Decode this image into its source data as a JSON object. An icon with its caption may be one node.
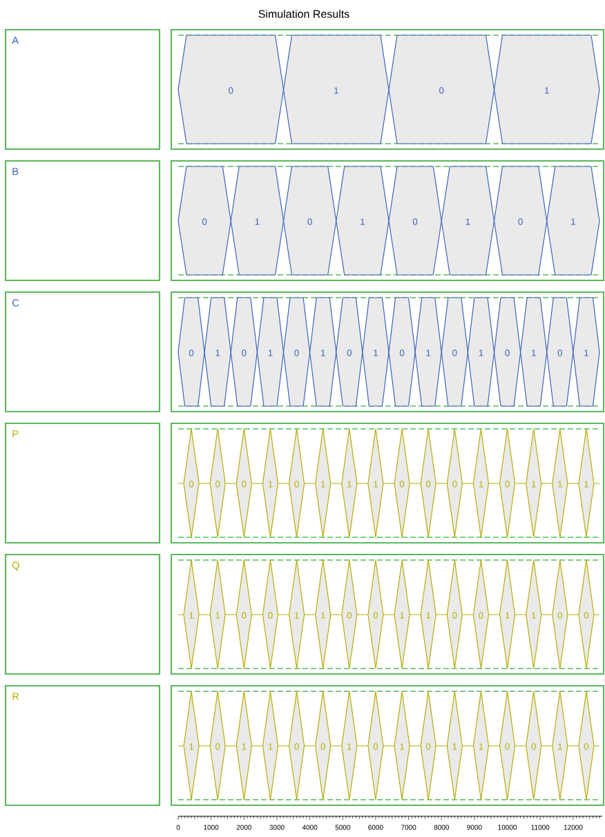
{
  "diagram": {
    "title": "Simulation Results",
    "nodes": [
      {
        "text": [
          "A"
        ]
      },
      {
        "text": [],
        "shape": "box"
      },
      {
        "text": [
          "0"
        ],
        "in": 1
      },
      {
        "text": [
          "1"
        ],
        "in": 1
      },
      {
        "text": [
          "0"
        ],
        "in": 1
      },
      {
        "text": [
          "1"
        ],
        "in": 1
      },
      {
        "text": [
          "B"
        ]
      },
      {
        "text": [],
        "shape": "box"
      },
      {
        "text": [
          "0"
        ],
        "in": 7
      },
      {
        "text": [
          "1"
        ],
        "in": 7
      },
      {
        "text": [
          "0"
        ],
        "in": 7
      },
      {
        "text": [
          "1"
        ],
        "in": 7
      },
      {
        "text": [
          "0"
        ],
        "in": 7
      },
      {
        "text": [
          "1"
        ],
        "in": 7
      },
      {
        "text": [
          "0"
        ],
        "in": 7
      },
      {
        "text": [
          "1"
        ],
        "in": 7
      },
      {
        "text": [
          "C"
        ]
      },
      {
        "text": [],
        "shape": "box"
      },
      {
        "text": [
          "0"
        ],
        "in": 17
      },
      {
        "text": [
          "1"
        ],
        "in": 17
      },
      {
        "text": [
          "0"
        ],
        "in": 17
      },
      {
        "text": [
          "1"
        ],
        "in": 17
      },
      {
        "text": [
          "0"
        ],
        "in": 17
      },
      {
        "text": [
          "1"
        ],
        "in": 17
      },
      {
        "text": [
          "0"
        ],
        "in": 17
      },
      {
        "text": [
          "1"
        ],
        "in": 17
      },
      {
        "text": [
          "0"
        ],
        "in": 17
      },
      {
        "text": [
          "1"
        ],
        "in": 17
      },
      {
        "text": [
          "0"
        ],
        "in": 17
      },
      {
        "text": [
          "1"
        ],
        "in": 17
      },
      {
        "text": [
          "0"
        ],
        "in": 17
      },
      {
        "text": [
          "1"
        ],
        "in": 17
      },
      {
        "text": [
          "0"
        ],
        "in": 17
      },
      {
        "text": [
          "1"
        ],
        "in": 17
      },
      {
        "text": [
          "P"
        ]
      },
      {
        "text": [],
        "shape": "box"
      },
      {
        "text": [
          "0"
        ],
        "in": 35
      },
      {
        "text": [
          "0"
        ],
        "in": 35
      },
      {
        "text": [
          "0"
        ],
        "in": 35
      },
      {
        "text": [
          "1"
        ],
        "in": 35
      },
      {
        "text": [
          "0"
        ],
        "in": 35
      },
      {
        "text": [
          "1"
        ],
        "in": 35
      },
      {
        "text": [
          "1"
        ],
        "in": 35
      },
      {
        "text": [
          "1"
        ],
        "in": 35
      },
      {
        "text": [
          "0"
        ],
        "in": 35
      },
      {
        "text": [
          "0"
        ],
        "in": 35
      },
      {
        "text": [
          "0"
        ],
        "in": 35
      },
      {
        "text": [
          "1"
        ],
        "in": 35
      },
      {
        "text": [
          "0"
        ],
        "in": 35
      },
      {
        "text": [
          "1"
        ],
        "in": 35
      },
      {
        "text": [
          "1"
        ],
        "in": 35
      },
      {
        "text": [
          "1"
        ],
        "in": 35
      },
      {
        "text": [
          "Q"
        ]
      },
      {
        "text": [],
        "shape": "box"
      },
      {
        "text": [
          "1"
        ],
        "in": 53
      },
      {
        "text": [
          "1"
        ],
        "in": 53
      },
      {
        "text": [
          "0"
        ],
        "in": 53
      },
      {
        "text": [
          "0"
        ],
        "in": 53
      },
      {
        "text": [
          "1"
        ],
        "in": 53
      },
      {
        "text": [
          "1"
        ],
        "in": 53
      },
      {
        "text": [
          "0"
        ],
        "in": 53
      },
      {
        "text": [
          "0"
        ],
        "in": 53
      },
      {
        "text": [
          "1"
        ],
        "in": 53
      },
      {
        "text": [
          "1"
        ],
        "in": 53
      },
      {
        "text": [
          "0"
        ],
        "in": 53
      },
      {
        "text": [
          "0"
        ],
        "in": 53
      },
      {
        "text": [
          "1"
        ],
        "in": 53
      },
      {
        "text": [
          "1"
        ],
        "in": 53
      },
      {
        "text": [
          "0"
        ],
        "in": 53
      },
      {
        "text": [
          "0"
        ],
        "in": 53
      },
      {
        "text": [
          "R"
        ]
      },
      {
        "text": [],
        "shape": "box"
      },
      {
        "text": [
          "1"
        ],
        "in": 71
      },
      {
        "text": [
          "0"
        ],
        "in": 71
      },
      {
        "text": [
          "1"
        ],
        "in": 71
      },
      {
        "text": [
          "1"
        ],
        "in": 71
      },
      {
        "text": [
          "0"
        ],
        "in": 71
      },
      {
        "text": [
          "0"
        ],
        "in": 71
      },
      {
        "text": [
          "1"
        ],
        "in": 71
      },
      {
        "text": [
          "0"
        ],
        "in": 71
      },
      {
        "text": [
          "1"
        ],
        "in": 71
      },
      {
        "text": [
          "0"
        ],
        "in": 71
      },
      {
        "text": [
          "1"
        ],
        "in": 71
      },
      {
        "text": [
          "1"
        ],
        "in": 71
      },
      {
        "text": [
          "0"
        ],
        "in": 71
      },
      {
        "text": [
          "0"
        ],
        "in": 71
      },
      {
        "text": [
          "1"
        ],
        "in": 71
      },
      {
        "text": [
          "0"
        ],
        "in": 71
      }
    ],
    "labels": [
      "0",
      "1000",
      "2000",
      "3000",
      "4000",
      "5000",
      "6000",
      "7000",
      "8000",
      "9000",
      "10000",
      "11000",
      "12000"
    ]
  }
}
